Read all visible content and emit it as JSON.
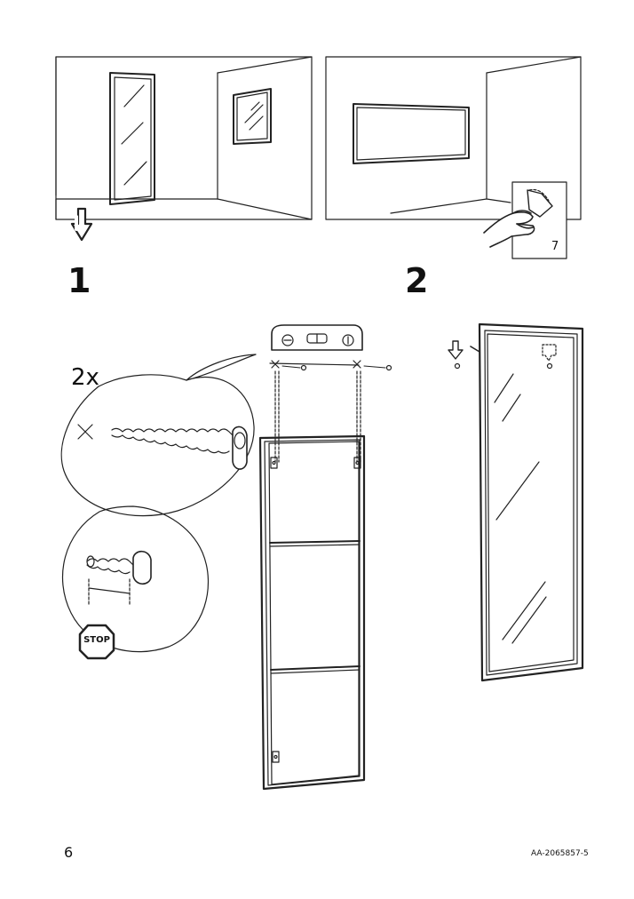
{
  "steps": [
    {
      "number": "1"
    },
    {
      "number": "2"
    }
  ],
  "screw_quantity": "2x",
  "stop_label": "STOP",
  "page_ref_number": "7",
  "page_number": "6",
  "document_code": "AA-2065857-5",
  "icons": [
    "arrow-down-icon",
    "hand-peeling-icon",
    "spirit-level-icon",
    "screw-icon",
    "stop-sign-icon"
  ],
  "colors": {
    "line": "#222222",
    "background": "#ffffff"
  }
}
